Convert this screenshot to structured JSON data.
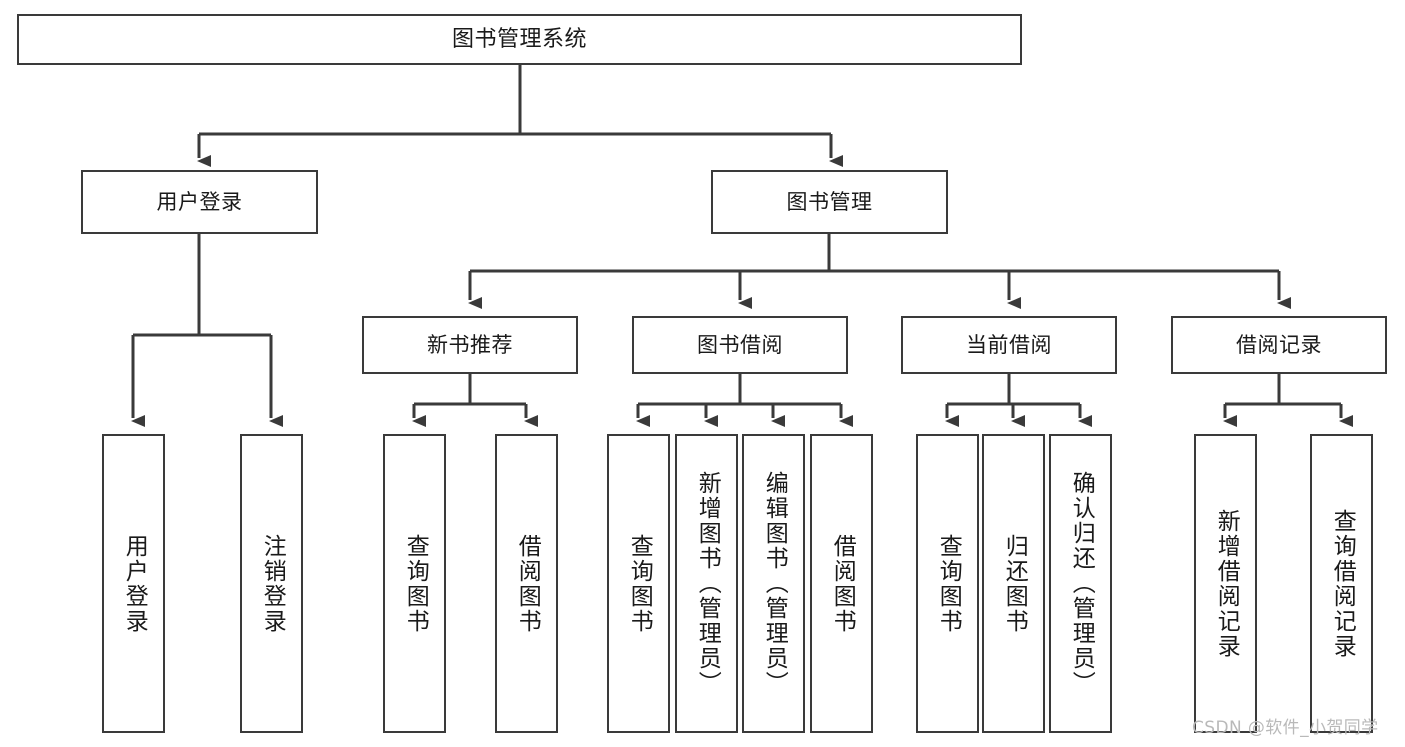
{
  "diagram": {
    "title": "图书管理系统",
    "type": "功能结构图",
    "watermark": "CSDN @软件_小贺同学",
    "colors": {
      "stroke": "#3a3a3a",
      "fill": "#ffffff",
      "text": "#1a1a1a",
      "watermark": "#b9b9b9"
    }
  },
  "nodes": {
    "root": {
      "label": "图书管理系统"
    },
    "level2": [
      {
        "label": "用户登录"
      },
      {
        "label": "图书管理"
      }
    ],
    "level3": [
      {
        "label": "新书推荐"
      },
      {
        "label": "图书借阅"
      },
      {
        "label": "当前借阅"
      },
      {
        "label": "借阅记录"
      }
    ],
    "leaves": {
      "user_login": [
        {
          "label": "用户登录"
        },
        {
          "label": "注销登录"
        }
      ],
      "new_book": [
        {
          "label": "查询图书"
        },
        {
          "label": "借阅图书"
        }
      ],
      "borrow_book": [
        {
          "label": "查询图书"
        },
        {
          "label": "新增图书（管理员）"
        },
        {
          "label": "编辑图书（管理员）"
        },
        {
          "label": "借阅图书"
        }
      ],
      "current_borrow": [
        {
          "label": "查询图书"
        },
        {
          "label": "归还图书"
        },
        {
          "label": "确认归还（管理员）"
        }
      ],
      "borrow_record": [
        {
          "label": "新增借阅记录"
        },
        {
          "label": "查询借阅记录"
        }
      ]
    }
  }
}
